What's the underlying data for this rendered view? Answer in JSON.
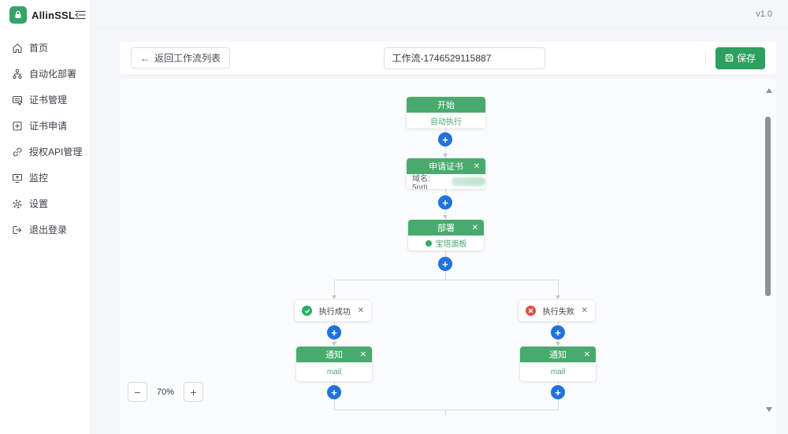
{
  "app": {
    "name": "AllinSSL",
    "version": "v1.0"
  },
  "glyphs": {
    "close": "✕",
    "plus": "+",
    "minus": "−",
    "back_arrow": "←"
  },
  "sidebar": {
    "items": [
      {
        "label": "首页",
        "icon": "home-icon"
      },
      {
        "label": "自动化部署",
        "icon": "automation-icon"
      },
      {
        "label": "证书管理",
        "icon": "certificate-icon"
      },
      {
        "label": "证书申请",
        "icon": "apply-icon"
      },
      {
        "label": "授权API管理",
        "icon": "api-icon"
      },
      {
        "label": "监控",
        "icon": "monitor-icon"
      },
      {
        "label": "设置",
        "icon": "settings-icon"
      },
      {
        "label": "退出登录",
        "icon": "logout-icon"
      }
    ]
  },
  "topbar": {
    "back_button": "返回工作流列表",
    "workflow_title": "工作流-1746529115887",
    "save_button": "保存"
  },
  "canvas": {
    "zoom_level": "70%",
    "nodes": {
      "start": {
        "title": "开始",
        "body": "自动执行"
      },
      "apply": {
        "title": "申请证书",
        "body_prefix": "域名: 5nrtj."
      },
      "deploy": {
        "title": "部署",
        "body": "宝塔面板"
      },
      "branch_success": {
        "label": "执行成功"
      },
      "branch_fail": {
        "label": "执行失败"
      },
      "notify_left": {
        "title": "通知",
        "body": "mail"
      },
      "notify_right": {
        "title": "通知",
        "body": "mail"
      }
    }
  },
  "colors": {
    "node_header_green": "#49aa6e",
    "save_green": "#2d9f5f",
    "plus_blue": "#2173dc",
    "success_green": "#26b15e",
    "fail_red": "#e04f45"
  }
}
